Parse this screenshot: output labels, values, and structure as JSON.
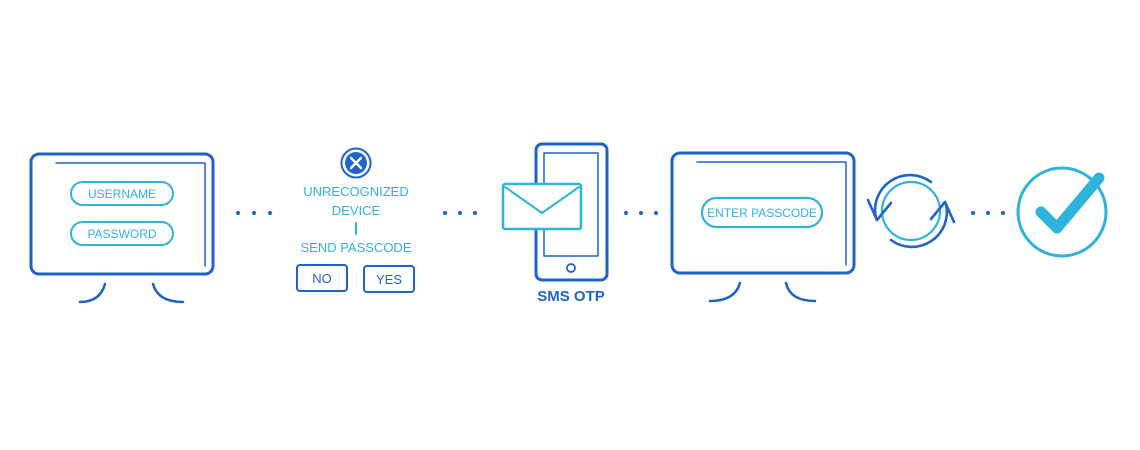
{
  "step1": {
    "username": "USERNAME",
    "password": "PASSWORD"
  },
  "step2": {
    "line1": "UNRECOGNIZED",
    "line2": "DEVICE",
    "send": "SEND PASSCODE",
    "no": "NO",
    "yes": "YES"
  },
  "step3": {
    "caption": "SMS OTP"
  },
  "step4": {
    "field": "ENTER PASSCODE"
  },
  "colors": {
    "blue": "#1f63c6",
    "cyan": "#2fb3dd",
    "background": "#ffffff"
  },
  "icons": [
    "monitor-icon",
    "error-x-icon",
    "smartphone-icon",
    "envelope-icon",
    "sync-arrows-icon",
    "checkmark-circle-icon"
  ]
}
